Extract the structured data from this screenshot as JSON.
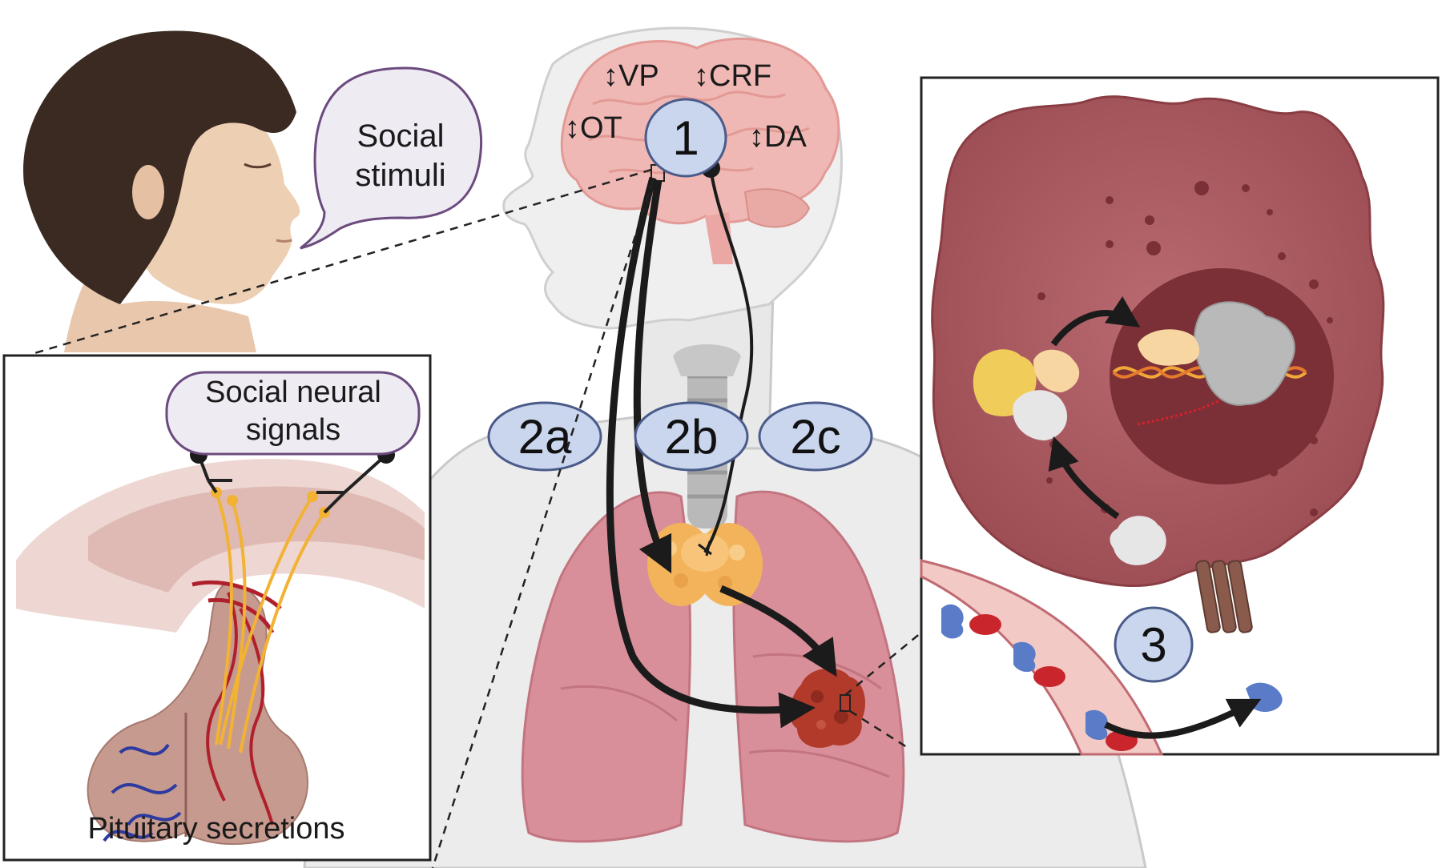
{
  "speech_bubble": {
    "line1": "Social",
    "line2": "stimuli"
  },
  "brain_labels": {
    "vp": "VP",
    "crf": "CRF",
    "ot": "OT",
    "da": "DA",
    "arrow_glyph": "↕"
  },
  "badges": {
    "one": "1",
    "two_a": "2a",
    "two_b": "2b",
    "two_c": "2c",
    "three": "3"
  },
  "pituitary_inset": {
    "signals_line1": "Social neural",
    "signals_line2": "signals",
    "caption": "Pituitary secretions"
  },
  "colors": {
    "badge_fill": "#c9d6ee",
    "badge_stroke": "#4a5b8a",
    "lung": "#d98f99",
    "cell": "#a85a60",
    "nucleus": "#7a3036",
    "tumor": "#b13a2a",
    "thyroid": "#f3b35a",
    "brain": "#f0b8b4"
  }
}
